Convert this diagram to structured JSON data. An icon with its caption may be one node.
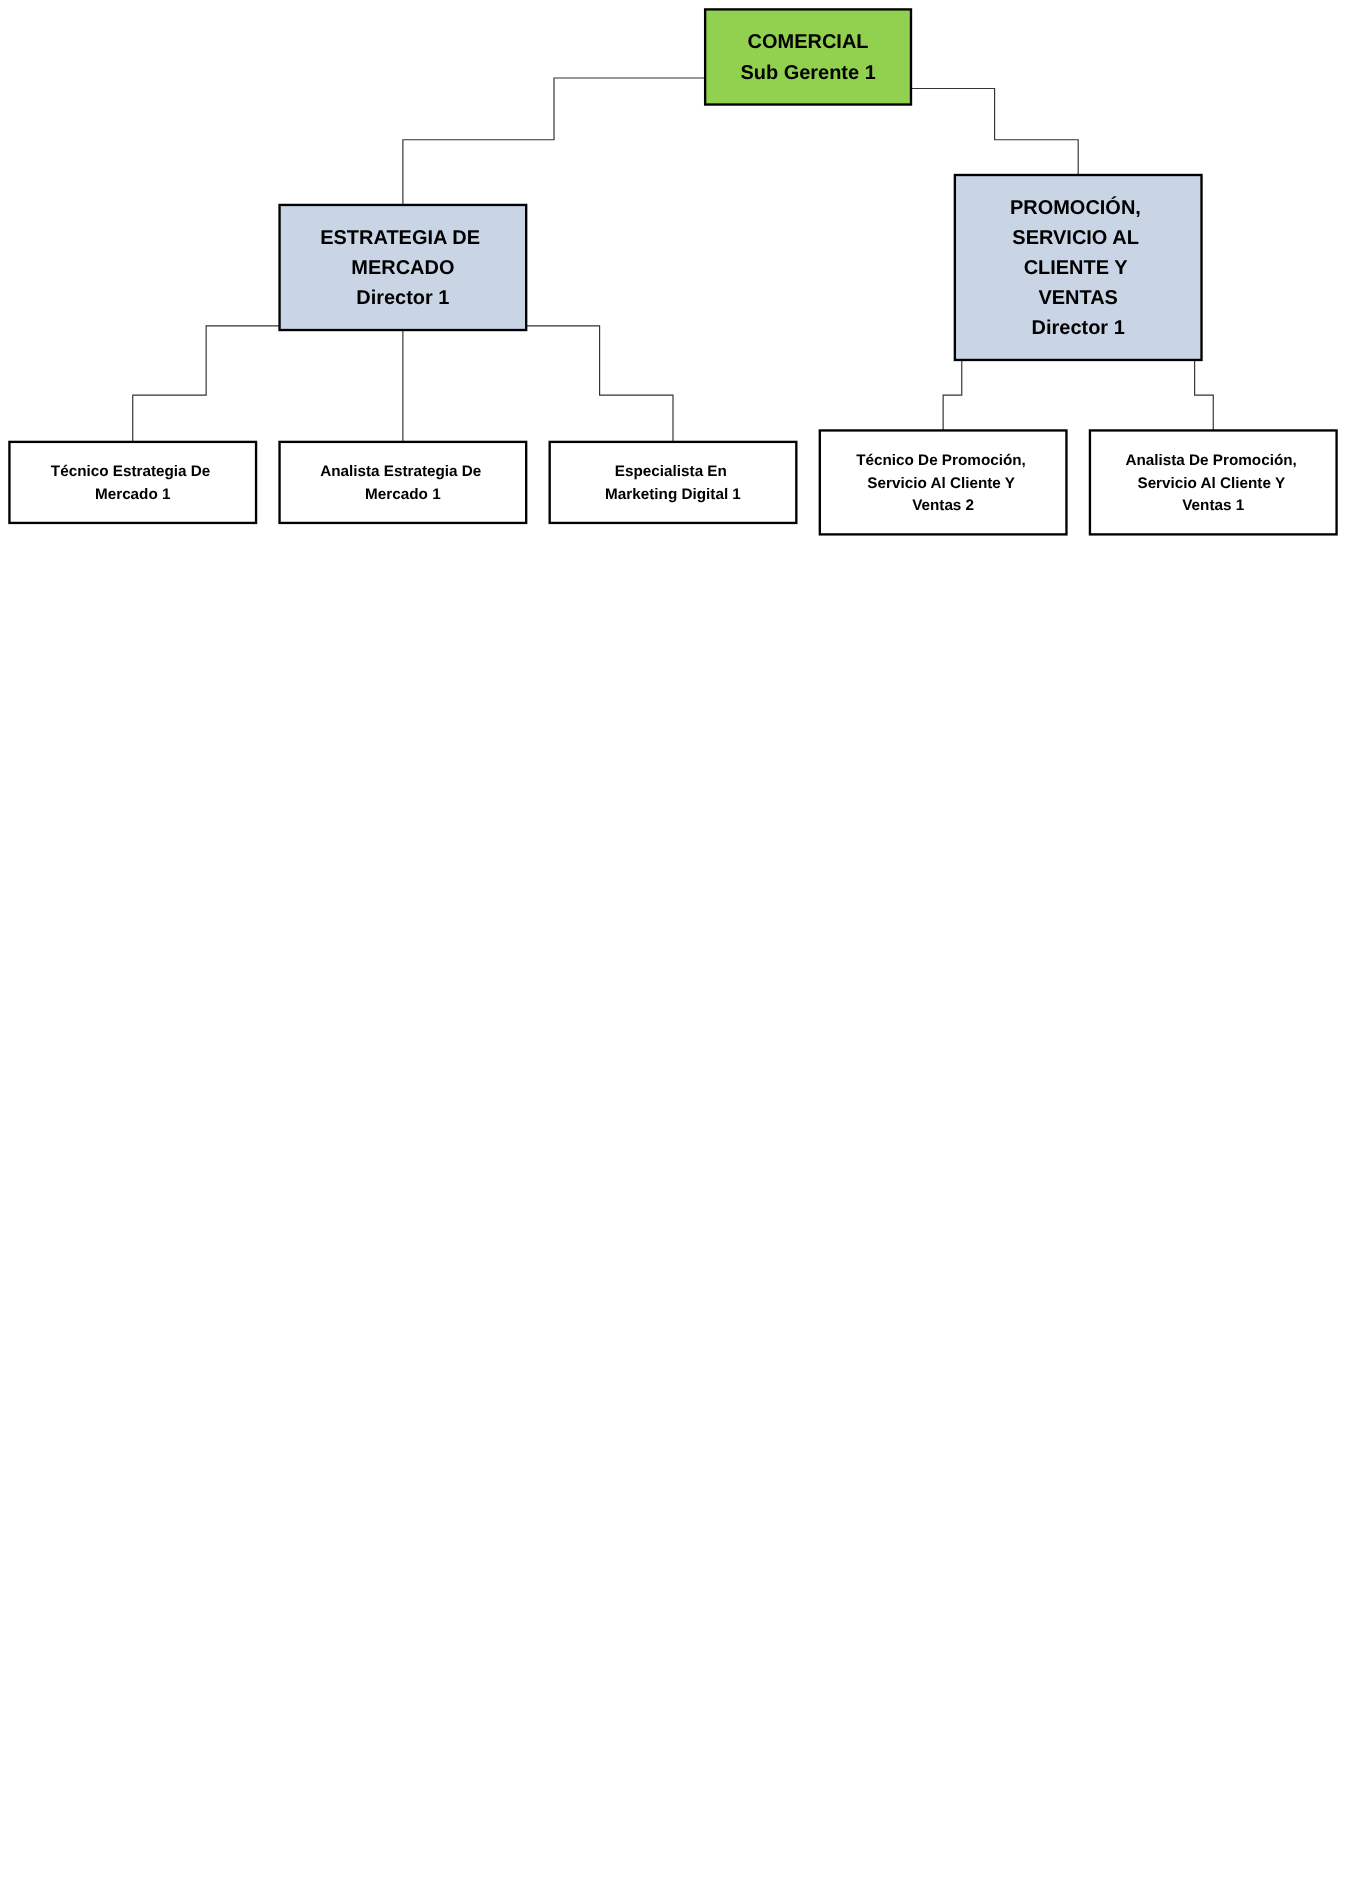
{
  "diagram": {
    "nodes": [
      {
        "text": [
          "COMERCIAL",
          "Sub Gerente 1"
        ]
      },
      {
        "text": [
          "ESTRATEGIA DE MERCADO",
          "Director 1"
        ]
      },
      {
        "text": [
          "PROMOCIÓN, SERVICIO AL CLIENTE Y VENTAS",
          "Director 1"
        ]
      },
      {
        "text": [
          "Técnico Estrategia De Mercado 1"
        ]
      },
      {
        "text": [
          "Analista Estrategia De Mercado 1"
        ]
      },
      {
        "text": [
          "Especialista En Marketing Digital 1"
        ]
      },
      {
        "text": [
          "Técnico De Promoción, Servicio Al Cliente Y Ventas 2"
        ]
      },
      {
        "text": [
          "Analista De Promoción, Servicio Al Cliente Y Ventas 1"
        ]
      }
    ],
    "edges": [
      {
        "from": 0,
        "to": 1,
        "arrow": "none"
      },
      {
        "from": 0,
        "to": 2,
        "arrow": "none"
      },
      {
        "from": 1,
        "to": 3,
        "arrow": "none"
      },
      {
        "from": 1,
        "to": 4,
        "arrow": "none"
      },
      {
        "from": 1,
        "to": 5,
        "arrow": "none"
      },
      {
        "from": 2,
        "to": 6,
        "arrow": "none"
      },
      {
        "from": 2,
        "to": 7,
        "arrow": "none"
      }
    ]
  }
}
